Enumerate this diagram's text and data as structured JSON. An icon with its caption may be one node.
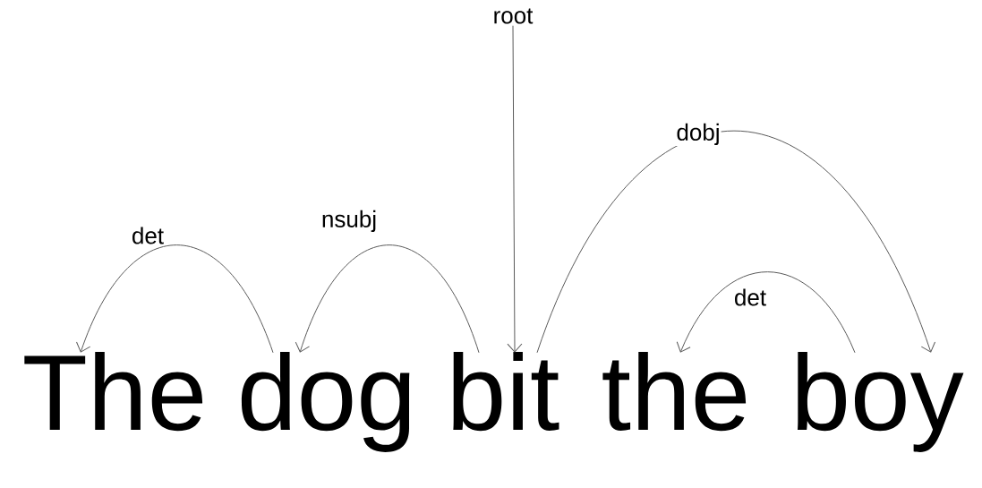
{
  "diagram": {
    "nodes": [
      {
        "text": [
          "The"
        ]
      },
      {
        "text": [
          "dog"
        ]
      },
      {
        "text": [
          "bit"
        ]
      },
      {
        "text": [
          "the"
        ]
      },
      {
        "text": [
          "boy"
        ]
      },
      {
        "text": [
          "root"
        ]
      }
    ],
    "edges": [
      {
        "from": 1,
        "to": 0,
        "arrow": "to",
        "label": "det"
      },
      {
        "from": 2,
        "to": 1,
        "arrow": "to",
        "label": "nsubj"
      },
      {
        "from": 5,
        "to": 2,
        "arrow": "to"
      },
      {
        "from": 2,
        "to": 4,
        "arrow": "to",
        "label": "dobj"
      },
      {
        "from": 4,
        "to": 3,
        "arrow": "to",
        "label": "det"
      }
    ]
  }
}
